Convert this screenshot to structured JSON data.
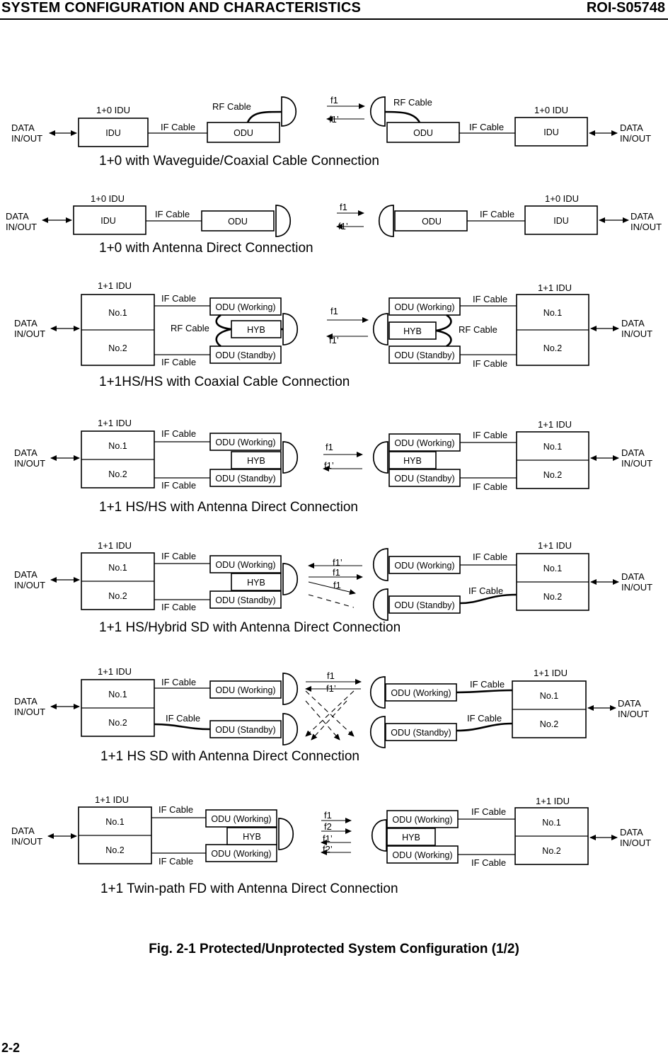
{
  "header": {
    "title": "SYSTEM CONFIGURATION AND CHARACTERISTICS",
    "doc_id": "ROI-S05748"
  },
  "labels": {
    "idu": "IDU",
    "odu": "ODU",
    "idu_1p0": "1+0 IDU",
    "idu_1p1": "1+1 IDU",
    "data_line1": "DATA",
    "data_line2": "IN/OUT",
    "if_cable": "IF Cable",
    "rf_cable": "RF Cable",
    "no1": "No.1",
    "no2": "No.2",
    "odu_working": "ODU (Working)",
    "odu_standby": "ODU (Standby)",
    "hyb": "HYB",
    "f1": "f1",
    "f1p": "f1’",
    "f2": "f2",
    "f2p": "f2’"
  },
  "sections": [
    {
      "title": "1+0 with Waveguide/Coaxial Cable Connection"
    },
    {
      "title": "1+0 with Antenna Direct Connection"
    },
    {
      "title": "1+1HS/HS with Coaxial Cable Connection"
    },
    {
      "title": "1+1 HS/HS with Antenna Direct Connection"
    },
    {
      "title": "1+1 HS/Hybrid SD with Antenna Direct Connection"
    },
    {
      "title": "1+1 HS SD with Antenna Direct Connection"
    },
    {
      "title": "1+1 Twin-path FD with Antenna Direct Connection"
    }
  ],
  "caption": "Fig. 2-1  Protected/Unprotected System Configuration (1/2)",
  "page_number": "2-2"
}
